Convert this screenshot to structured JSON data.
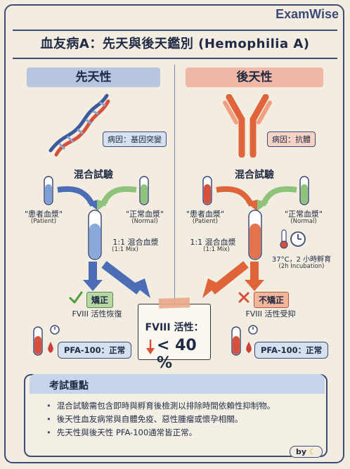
{
  "brand": "ExamWise",
  "title": "血友病A：先天與後天鑑別 (Hemophilia A)",
  "left": {
    "header": "先天性",
    "cause": "病因：基因突變",
    "mixing_title": "混合試驗",
    "patient_label": "\"患者血漿\"",
    "patient_en": "(Patient)",
    "normal_label": "\"正常血漿\"",
    "normal_en": "(Normal)",
    "mix_label": "1:1 混合血漿",
    "mix_en": "(1:1 Mix)",
    "status": "矯正",
    "status_caption": "FVIII 活性恢復",
    "pfa": "PFA-100：正常"
  },
  "right": {
    "header": "後天性",
    "cause": "病因：抗體",
    "mixing_title": "混合試驗",
    "patient_label": "\"患者血漿\"",
    "patient_en": "(Patient)",
    "normal_label": "\"正常血漿\"",
    "normal_en": "(Normal)",
    "mix_label": "1:1 混合血漿",
    "mix_en": "(1:1 Mix)",
    "incubation": "37°C，2 小時孵育",
    "incubation_en": "(2h Incubation)",
    "status": "不矯正",
    "status_caption": "FVIII 活性受抑",
    "pfa": "PFA-100：正常"
  },
  "result": {
    "label": "FVIII 活性：",
    "value": "< 40 %"
  },
  "exam": {
    "title": "考試重點",
    "points": [
      "混合試驗需包含即時與孵育後檢測以排除時間依賴性抑制物。",
      "後天性血友病常與自體免疫、惡性腫瘤或懷孕相關。",
      "先天性與後天性 PFA-100通常皆正常。"
    ]
  },
  "footer": "by",
  "colors": {
    "navy": "#3d4b78",
    "blue_arrow": "#4a6db5",
    "orange_arrow": "#e0643a",
    "green_tube": "#8fc27a",
    "red_tube": "#d8503a"
  }
}
